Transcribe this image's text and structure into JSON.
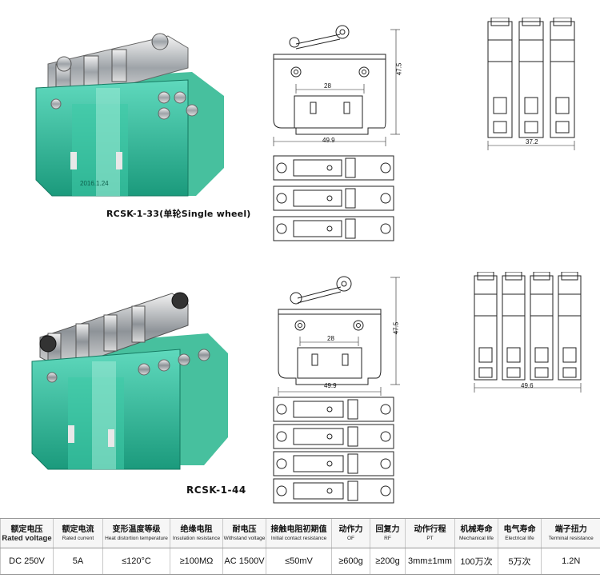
{
  "products": [
    {
      "model_label": "RCSK-1-33(单轮Single wheel)",
      "date_mark": "2016.1.24",
      "front": {
        "hole_spacing": "28",
        "width": "49.9",
        "height": "47.5"
      },
      "side": {
        "width": "37.2"
      }
    },
    {
      "model_label": "RCSK-1-44",
      "front": {
        "hole_spacing": "28",
        "width": "49.9",
        "height": "47.5"
      },
      "side": {
        "width": "49.6"
      }
    }
  ],
  "spec_table": {
    "headers": [
      {
        "zh": "额定电压",
        "en": "Rated voltage"
      },
      {
        "zh": "额定电流",
        "en": "Rated current"
      },
      {
        "zh": "变形温度等级",
        "en": "Heat distortion temperature"
      },
      {
        "zh": "绝缘电阻",
        "en": "Insulation resistance"
      },
      {
        "zh": "耐电压",
        "en": "Withstand voltage"
      },
      {
        "zh": "接触电阻初期值",
        "en": "Initial contact resistance"
      },
      {
        "zh": "动作力",
        "en": "OF"
      },
      {
        "zh": "回复力",
        "en": "RF"
      },
      {
        "zh": "动作行程",
        "en": "PT"
      },
      {
        "zh": "机械寿命",
        "en": "Mechanical life"
      },
      {
        "zh": "电气寿命",
        "en": "Electrical life"
      },
      {
        "zh": "端子扭力",
        "en": "Terminal resistance"
      }
    ],
    "values": [
      "DC 250V",
      "5A",
      "≤120°C",
      "≥100MΩ",
      "AC 1500V",
      "≤50mV",
      "≥600g",
      "≥200g",
      "3mm±1mm",
      "100万次",
      "5万次",
      "1.2N"
    ]
  },
  "colors": {
    "housing": "#2fbf9c",
    "housing_dark": "#1a8c72",
    "metal": "#b9bcc0",
    "line": "#222222"
  }
}
